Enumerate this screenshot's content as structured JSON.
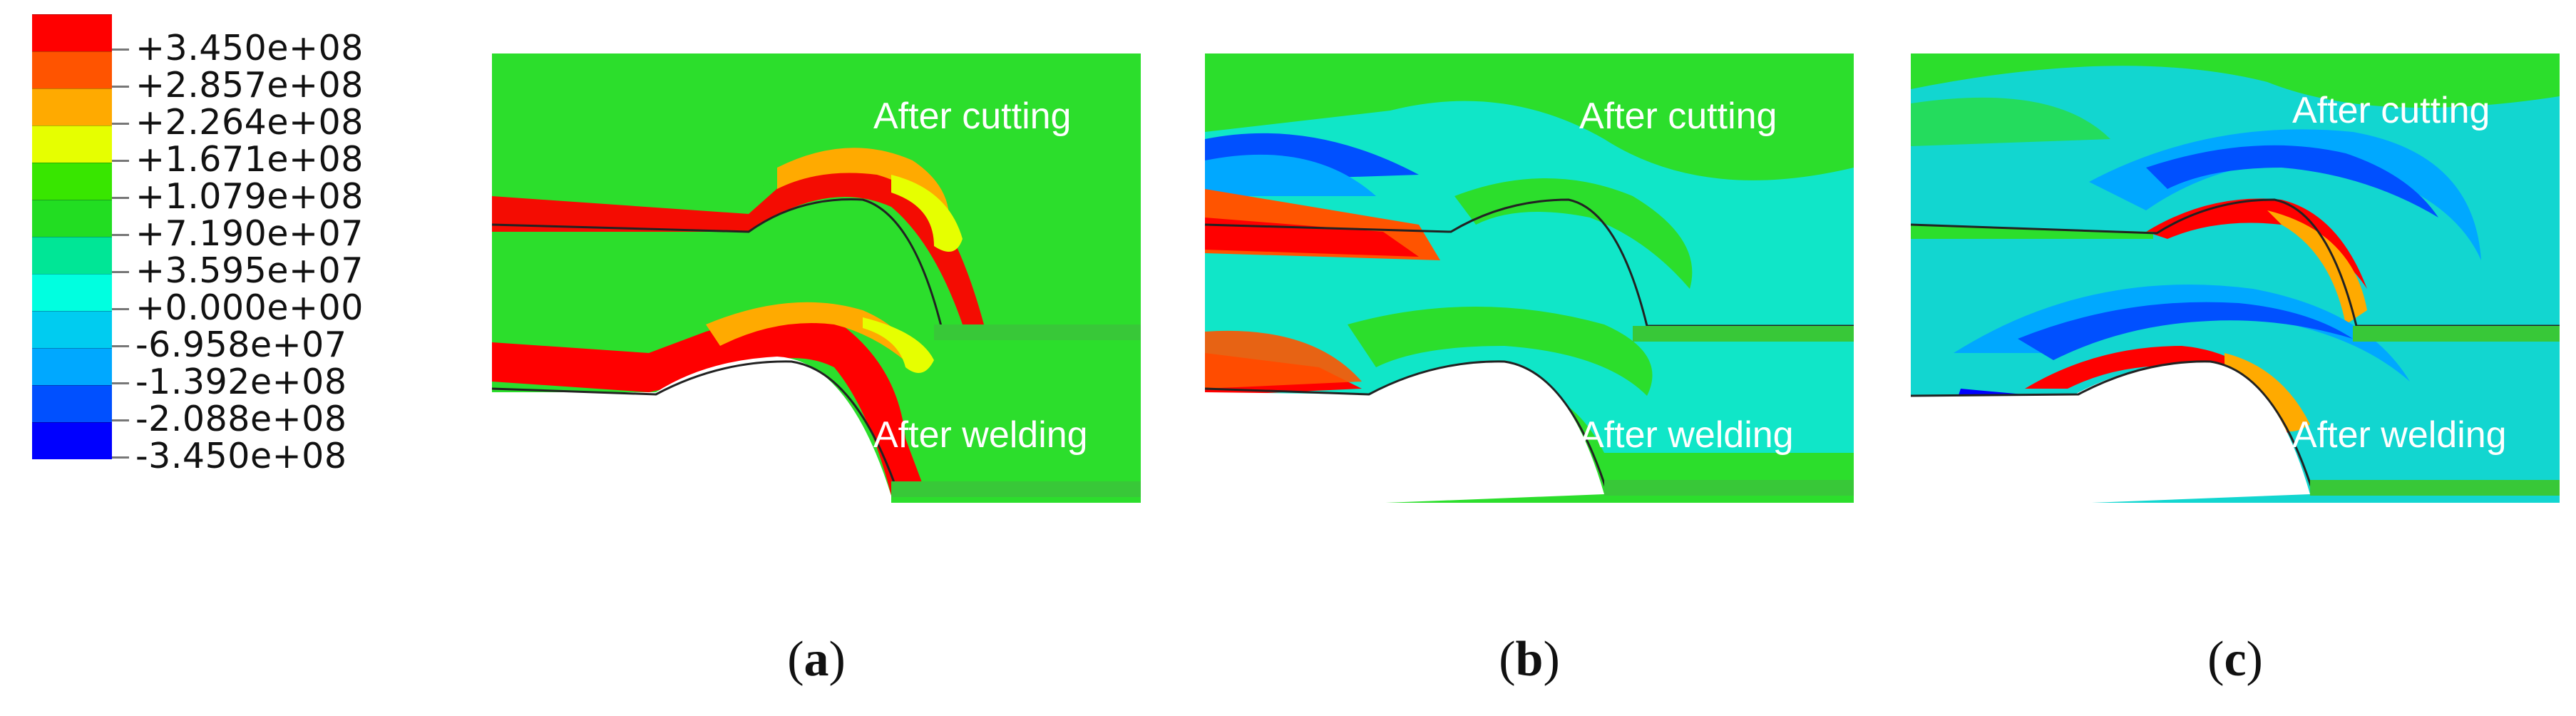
{
  "legend": {
    "entries": [
      {
        "label": "+3.450e+08",
        "color": "#ff0000"
      },
      {
        "label": "+2.857e+08",
        "color": "#ff5400"
      },
      {
        "label": "+2.264e+08",
        "color": "#ffaa00"
      },
      {
        "label": "+1.671e+08",
        "color": "#e6ff00"
      },
      {
        "label": "+1.079e+08",
        "color": "#38e600"
      },
      {
        "label": "+7.190e+07",
        "color": "#22dd22"
      },
      {
        "label": "+3.595e+07",
        "color": "#00e696"
      },
      {
        "label": "+0.000e+00",
        "color": "#00ffe0"
      },
      {
        "label": "-6.958e+07",
        "color": "#00ccf0"
      },
      {
        "label": "-1.392e+08",
        "color": "#00a8ff"
      },
      {
        "label": "-2.088e+08",
        "color": "#0050ff"
      },
      {
        "label": "-3.450e+08",
        "color": "#0000ff"
      }
    ],
    "extra_color": "#0018d8"
  },
  "panels": [
    {
      "id": "a",
      "top_label": "After cutting",
      "bottom_label": "After welding",
      "caption_open": "(",
      "caption_letter": "a",
      "caption_close": ")",
      "background_color": "#2cde2c",
      "hot_color": "#f20000"
    },
    {
      "id": "b",
      "top_label": "After cutting",
      "bottom_label": "After welding",
      "caption_open": "(",
      "caption_letter": "b",
      "caption_close": ")",
      "background_color": "#10e6c8",
      "hot_color": "#ff3a00"
    },
    {
      "id": "c",
      "top_label": "After cutting",
      "bottom_label": "After welding",
      "caption_open": "(",
      "caption_letter": "c",
      "caption_close": ")",
      "background_color": "#12d6d0",
      "hot_color": "#ff0000"
    }
  ]
}
